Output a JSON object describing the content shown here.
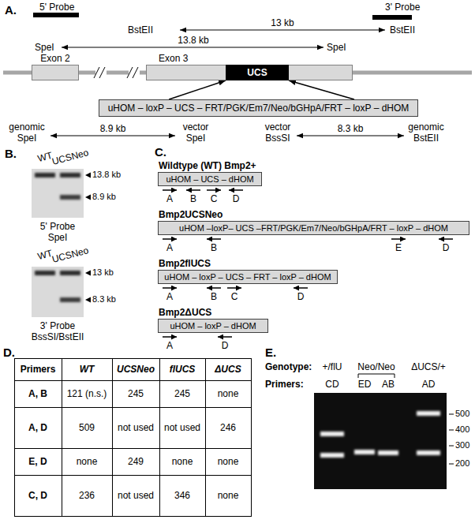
{
  "diagram": {
    "nodes": [
      {
        "text": [
          "Exon 2"
        ]
      },
      {
        "text": [
          "Exon 3"
        ]
      },
      {
        "text": [
          "UCS"
        ],
        "in": 1
      },
      {
        "text": [
          "uHOM – loxP – UCS – FRT/PGK/Em7/Neo/bGHpA/FRT – loxP – dHOM"
        ]
      },
      {
        "text": [
          "Wildtype (WT) Bmp2+",
          "uHOM – UCS – dHOM"
        ]
      },
      {
        "text": [
          "Bmp2UCSNeo",
          "uHOM –loxP– UCS –FRT/PGK/Em7/Neo/bGHpA/FRT – loxP – dHOM"
        ]
      },
      {
        "text": [
          "Bmp2flUCS",
          "uHOM – loxP – UCS – FRT – loxP – dHOM"
        ]
      },
      {
        "text": [
          "Bmp2ΔUCS",
          "uHOM – loxP – dHOM"
        ]
      }
    ],
    "edges": [
      {
        "from": 3,
        "to": 2,
        "arrow": "to"
      },
      {
        "from": 3,
        "to": 2,
        "arrow": "to"
      }
    ],
    "labels": [
      "A.",
      "5' Probe",
      "3' Probe",
      "BstEII",
      "13 kb",
      "BstEII",
      "SpeI",
      "13.8 kb",
      "SpeI",
      "genomic SpeI",
      "8.9 kb",
      "vector SpeI",
      "vector BssSI",
      "8.3 kb",
      "genomic BstEII",
      "B.",
      "WT",
      "UCSNeo",
      "13.8 kb",
      "8.9 kb",
      "5' Probe SpeI",
      "WT",
      "UCSNeo",
      "13 kb",
      "8.3 kb",
      "3' Probe BssSI/BstEII",
      "C.",
      "A",
      "B",
      "C",
      "D",
      "A",
      "B",
      "E",
      "D",
      "A",
      "B",
      "C",
      "D",
      "A",
      "D",
      "D.",
      "Primers",
      "WT",
      "UCSNeo",
      "flUCS",
      "ΔUCS",
      "A, B",
      "121 (n.s.)",
      "245",
      "245",
      "none",
      "A, D",
      "509",
      "not used",
      "not used",
      "246",
      "E, D",
      "none",
      "249",
      "none",
      "none",
      "C, D",
      "236",
      "not used",
      "346",
      "none",
      "E.",
      "Genotype:",
      "+/flU",
      "Neo/Neo",
      "ΔUCS/+",
      "Primers:",
      "CD",
      "ED",
      "AB",
      "AD",
      "500",
      "400",
      "300",
      "200"
    ]
  }
}
